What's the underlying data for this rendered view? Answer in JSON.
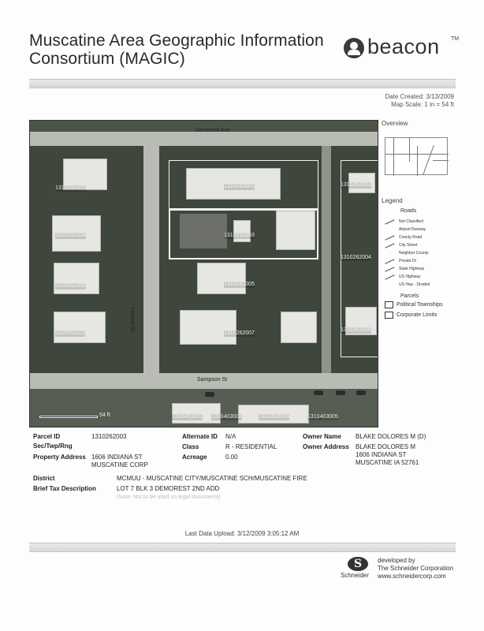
{
  "header": {
    "title_line1": "Muscatine Area Geographic Information",
    "title_line2": "Consortium (MAGIC)",
    "logo_text": "beacon",
    "logo_tm": "TM"
  },
  "meta": {
    "date_created": "Date Created: 3/13/2009",
    "map_scale": "Map Scale: 1 in = 54 ft"
  },
  "map": {
    "streets": {
      "demorest": "Demorest Ave",
      "indiana": "Indiana St",
      "sampson": "Sampson St"
    },
    "parcels": [
      "1310261003",
      "1310261006",
      "1310261008",
      "1310261011",
      "1310262001",
      "1310262003",
      "1310262005",
      "1310262007",
      "1310262002",
      "1310262004",
      "1310262006",
      "1310403001",
      "1310403003",
      "1310403004",
      "1310403005"
    ],
    "scale_label": "54 ft"
  },
  "legend": {
    "overview_title": "Overview",
    "legend_title": "Legend",
    "roads_head": "Roads",
    "road_types": [
      "Not Classified",
      "Airport Runway",
      "County Road",
      "City Street",
      "Neighbor County",
      "Private Dr",
      "State Highway",
      "US Highway",
      "US Hwy - Divided"
    ],
    "parcels_head": "Parcels",
    "boxes": [
      "Political Townships",
      "Corporate Limits"
    ]
  },
  "details": {
    "parcel_id_label": "Parcel ID",
    "parcel_id": "1310262003",
    "sec_label": "Sec/Twp/Rng",
    "property_address_label": "Property Address",
    "property_address_1": "1606 INDIANA ST",
    "property_address_2": "MUSCATINE CORP",
    "alternate_id_label": "Alternate ID",
    "alternate_id": "N/A",
    "class_label": "Class",
    "class_value": "R - RESIDENTIAL",
    "acreage_label": "Acreage",
    "acreage_value": "0.00",
    "owner_name_label": "Owner Name",
    "owner_name": "BLAKE DOLORES M (D)",
    "owner_address_label": "Owner Address",
    "owner_address_1": "BLAKE DOLORES M",
    "owner_address_2": "1606 INDIANA ST",
    "owner_address_3": "MUSCATINE IA 52761",
    "district_label": "District",
    "district_value": "MCMUU - MUSCATINE CITY/MUSCATINE SCH/MUSCATINE FIRE",
    "brief_tax_label": "Brief Tax Description",
    "brief_tax_value": "LOT 7 BLK 3 DEMOREST 2ND ADD",
    "brief_tax_note": "(Note: Not to be used on legal documents)"
  },
  "footer": {
    "last_upload": "Last Data Upload: 3/12/2009 3:05:12 AM",
    "developed_by": "developed by",
    "company": "The Schneider Corporation",
    "website": "www.schneidercorp.com",
    "schneider_name": "Schneider",
    "schneider_mark": "S"
  }
}
